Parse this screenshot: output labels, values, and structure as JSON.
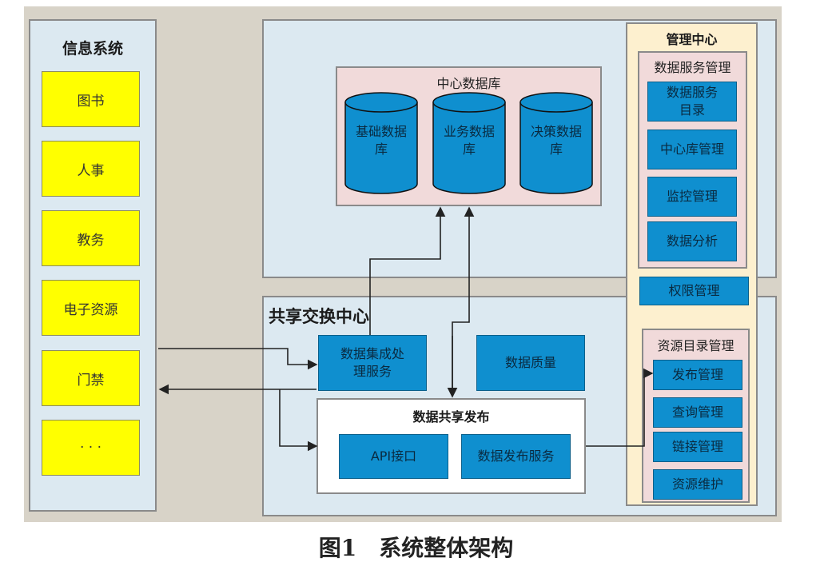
{
  "info_system": {
    "title": "信息系统",
    "items": [
      "图书",
      "人事",
      "教务",
      "电子资源",
      "门禁",
      "· · ·"
    ]
  },
  "central_db": {
    "title": "中心数据库",
    "dbs": [
      "基础数据库",
      "业务数据库",
      "决策数据库"
    ]
  },
  "share_center": {
    "title": "共享交换中心",
    "integration": "数据集成处理服务",
    "quality": "数据质量",
    "publish": {
      "title": "数据共享发布",
      "api": "API接口",
      "service": "数据发布服务"
    }
  },
  "mgmt": {
    "title": "管理中心",
    "data_service": {
      "title": "数据服务管理",
      "items": [
        "数据服务目录",
        "中心库管理",
        "监控管理",
        "数据分析"
      ]
    },
    "permission": "权限管理",
    "resource": {
      "title": "资源目录管理",
      "items": [
        "发布管理",
        "查询管理",
        "链接管理",
        "资源维护"
      ]
    }
  },
  "caption": "图1　系统整体架构",
  "colors": {
    "yellow": "#ffff00",
    "blue": "#0f8fcf",
    "pink": "#f1dada",
    "tan": "#fdf0cf",
    "panel": "#dce9f1"
  }
}
